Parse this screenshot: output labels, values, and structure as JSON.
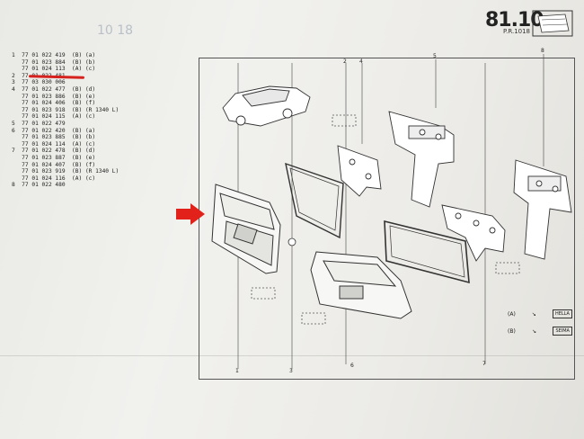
{
  "header": {
    "page_number": "81.10",
    "page_ref": "P.R.1018",
    "ghost_ref": "10 18"
  },
  "parts_list": [
    {
      "line": "1  77 01 022 419  (B) (a)"
    },
    {
      "line": "   77 01 023 884  (B) (b)"
    },
    {
      "line": "   77 01 024 113  (A) (c)"
    },
    {
      "line": "2  77 01 022 481"
    },
    {
      "line": "3  77 03 030 006"
    },
    {
      "line": "4  77 01 022 477  (B) (d)"
    },
    {
      "line": "   77 01 023 886  (B) (e)"
    },
    {
      "line": "   77 01 024 406  (B) (f)"
    },
    {
      "line": "   77 01 023 918  (B) (R 1340 L)"
    },
    {
      "line": "   77 01 024 115  (A) (c)"
    },
    {
      "line": "5  77 01 022 479"
    },
    {
      "line": "6  77 01 022 420  (B) (a)"
    },
    {
      "line": "   77 01 023 885  (B) (b)"
    },
    {
      "line": "   77 01 024 114  (A) (c)"
    },
    {
      "line": "7  77 01 022 478  (B) (d)"
    },
    {
      "line": "   77 01 023 887  (B) (e)"
    },
    {
      "line": "   77 01 024 407  (B) (f)"
    },
    {
      "line": "   77 01 023 919  (B) (R 1340 L)"
    },
    {
      "line": "   77 01 024 116  (A) (c)"
    },
    {
      "line": "8  77 01 022 480"
    }
  ],
  "callouts": [
    "1",
    "2",
    "3",
    "4",
    "5",
    "6",
    "7",
    "8"
  ],
  "legend": [
    {
      "key": "(A)",
      "name": "HELLA"
    },
    {
      "key": "(B)",
      "name": "SEIMA"
    }
  ],
  "colors": {
    "highlight_red": "#d6221e",
    "arrow_red": "#e3211b"
  }
}
